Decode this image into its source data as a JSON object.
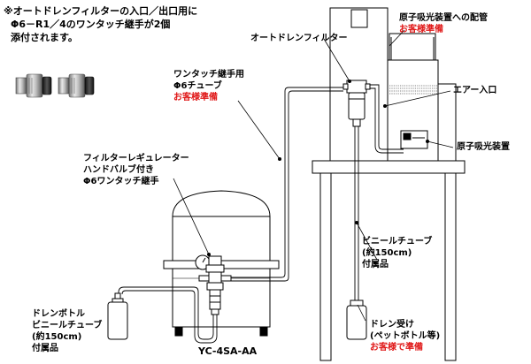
{
  "note": {
    "line1": "※オートドレンフィルターの入口／出口用に",
    "line2": "Φ6－R1／4のワンタッチ継手が2個",
    "line3": "添付されます。"
  },
  "labels": {
    "auto_drain_filter": "オートドレンフィルター",
    "aas_piping": "原子吸光装置への配管",
    "aas_piping_note": "お客様準備",
    "tube_line1": "ワンタッチ継手用",
    "tube_line2": "Φ6チューブ",
    "tube_note": "お客様準備",
    "air_inlet": "エアー入口",
    "aas": "原子吸光装置",
    "regulator_line1": "フィルターレギュレーター",
    "regulator_line2": "ハンドバルブ付き",
    "regulator_line3": "Φ6ワンタッチ継手",
    "vinyl_line1": "ビニールチューブ",
    "vinyl_line2": "(約150cm)",
    "vinyl_line3": "付属品",
    "drain_line1": "ドレンボトル",
    "drain_line2": "ビニールチューブ",
    "drain_line3": "(約150cm)",
    "drain_line4": "付属品",
    "receiver_line1": "ドレン受け",
    "receiver_line2": "(ペットボトル等)",
    "receiver_note": "お客様で準備",
    "model": "YC-4SA-AA"
  },
  "colors": {
    "line": "#000000",
    "accent_red": "#e01818",
    "fitting_silver": "#b8b8b8",
    "fitting_dark": "#2a2a2a"
  }
}
